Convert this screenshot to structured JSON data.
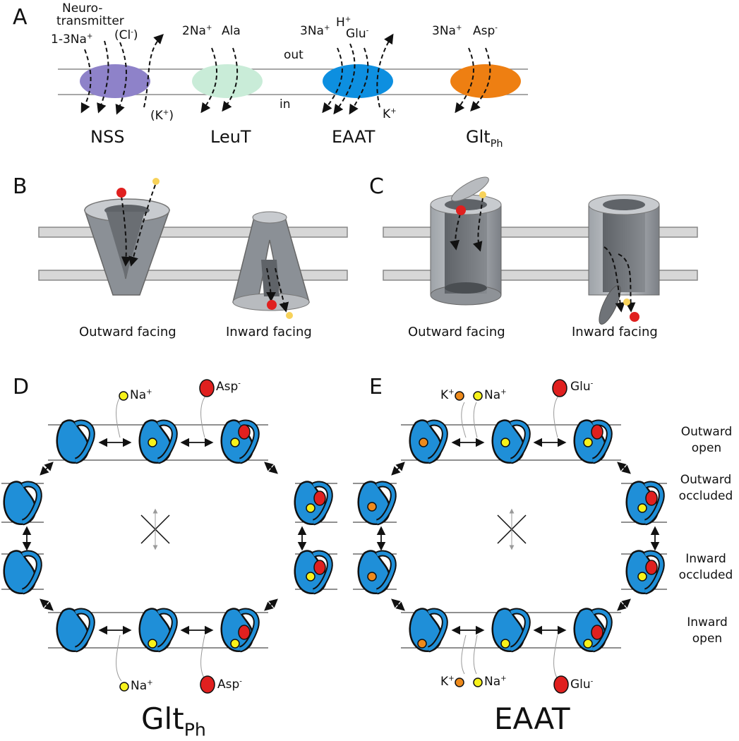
{
  "panels": {
    "a": "A",
    "b": "B",
    "c": "C",
    "d": "D",
    "e": "E"
  },
  "panel_a": {
    "nss": {
      "name": "NSS",
      "ion": "1-3Na",
      "ion_sup": "+",
      "nt1": "Neuro-",
      "nt2": "transmitter",
      "cl": "(Cl",
      "cl_sup": "-",
      "cl_end": ")",
      "k": "(K",
      "k_sup": "+",
      "k_end": ")",
      "color": "#8e82c9"
    },
    "leut": {
      "name": "LeuT",
      "ion": "2Na",
      "ion_sup": "+",
      "sub": "Ala",
      "color": "#c9ecd8"
    },
    "eaat": {
      "name": "EAAT",
      "ion": "3Na",
      "ion_sup": "+",
      "h": "H",
      "h_sup": "+",
      "glu": "Glu",
      "glu_sup": "-",
      "k": "K",
      "k_sup": "+",
      "color": "#0d8fe0"
    },
    "gltph": {
      "name": "Glt",
      "name_sub": "Ph",
      "ion": "3Na",
      "ion_sup": "+",
      "asp": "Asp",
      "asp_sup": "-",
      "color": "#ee7f12"
    },
    "out_label": "out",
    "in_label": "in"
  },
  "panel_b": {
    "outward": "Outward facing",
    "inward": "Inward facing"
  },
  "panel_c": {
    "outward": "Outward facing",
    "inward": "Inward facing"
  },
  "panel_d": {
    "na": "Na",
    "na_sup": "+",
    "asp": "Asp",
    "asp_sup": "-",
    "title": "Glt",
    "title_sub": "Ph"
  },
  "panel_e": {
    "k": "K",
    "k_sup": "+",
    "na": "Na",
    "na_sup": "+",
    "glu": "Glu",
    "glu_sup": "-",
    "title": "EAAT"
  },
  "states": {
    "s1a": "Outward",
    "s1b": "open",
    "s2a": "Outward",
    "s2b": "occluded",
    "s3a": "Inward",
    "s3b": "occluded",
    "s4a": "Inward",
    "s4b": "open"
  },
  "colors": {
    "transporter": "#1f8fd8",
    "substrate": "#e0201f",
    "sodium": "#f7f21a",
    "potassium": "#ee8a1c",
    "membrane": "#8a8a8a"
  }
}
